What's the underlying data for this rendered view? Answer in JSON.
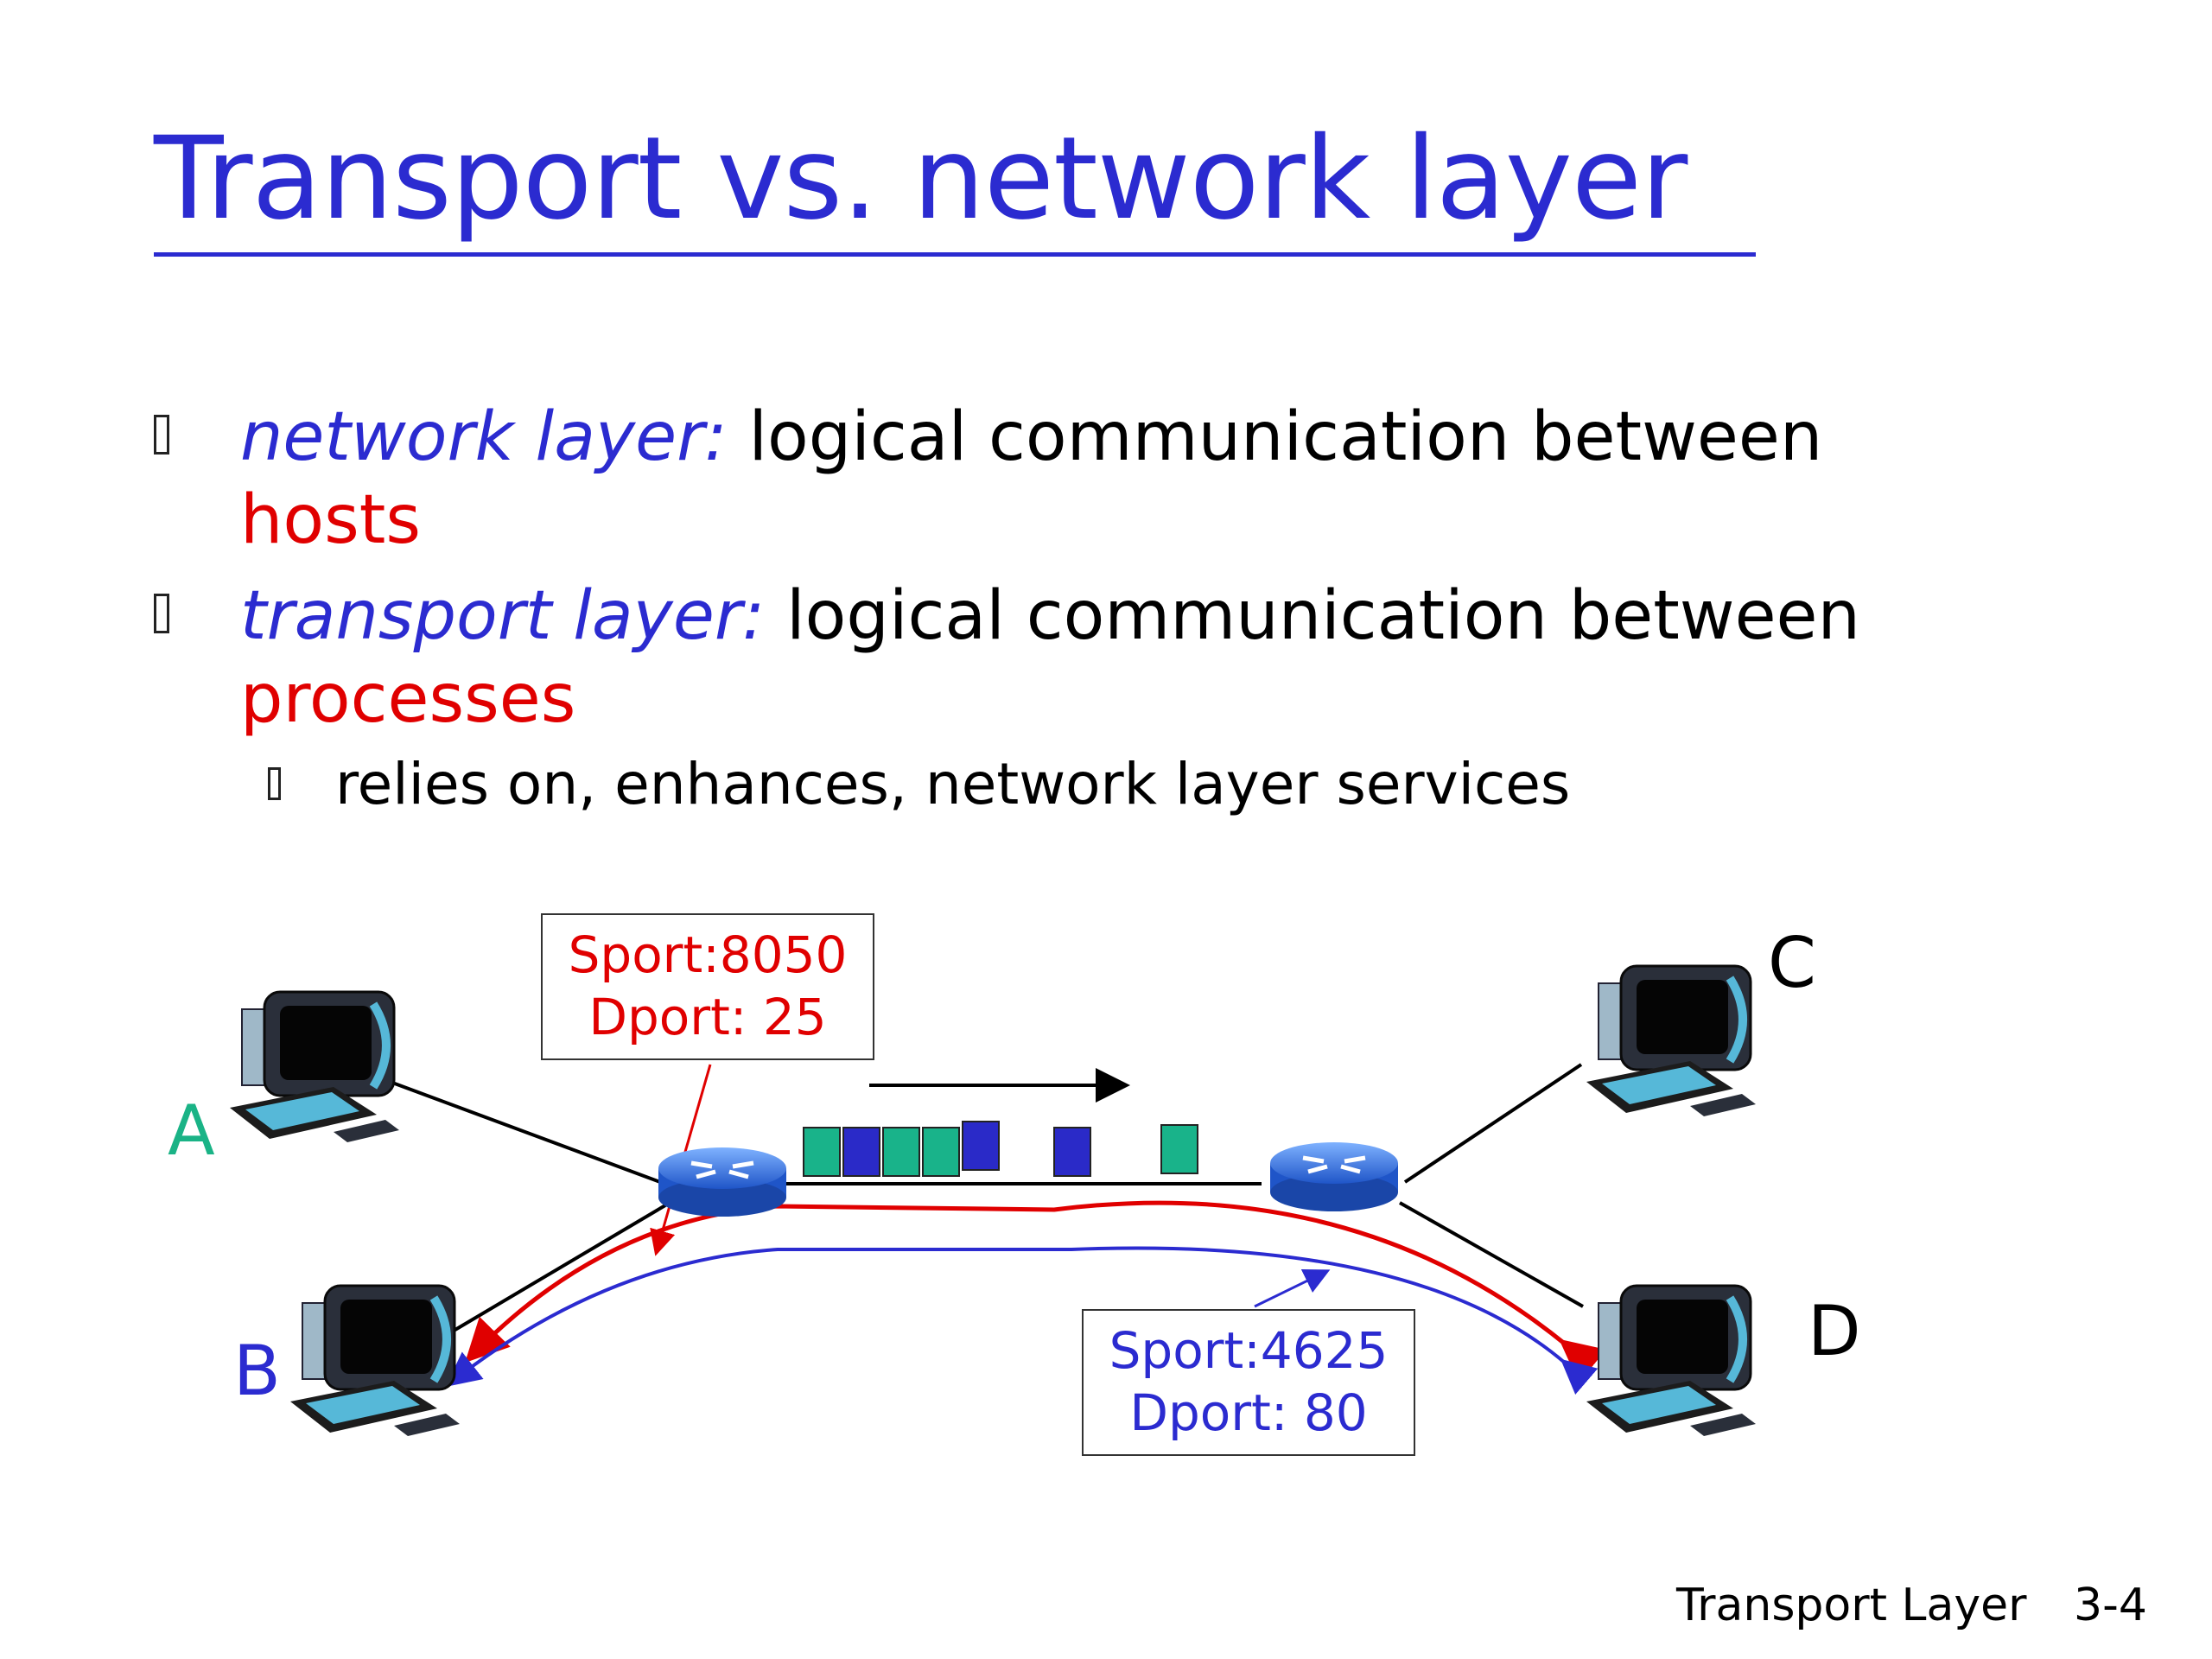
{
  "slide": {
    "title": "Transport vs. network layer",
    "bullets": [
      {
        "term": "network layer:",
        "text": " logical communication between ",
        "highlight": "hosts"
      },
      {
        "term": "transport layer:",
        "text": " logical communication between ",
        "highlight": "processes"
      }
    ],
    "sub_bullet": "relies on, enhances, network layer services"
  },
  "diagram": {
    "hosts": {
      "a": "A",
      "b": "B",
      "c": "C",
      "d": "D"
    },
    "box_red": {
      "line1": "Sport:8050",
      "line2": "Dport: 25"
    },
    "box_blue": {
      "line1": "Sport:4625",
      "line2": "Dport: 80"
    }
  },
  "colors": {
    "title": "#2b2bd0",
    "highlight": "#e00000",
    "host_a": "#1ab386",
    "host_b": "#2b2bd0",
    "packet_green": "#19b38a",
    "packet_blue": "#2a2ac8",
    "router": "#2d6fe0"
  },
  "footer": {
    "section": "Transport Layer",
    "page": "3-4"
  }
}
